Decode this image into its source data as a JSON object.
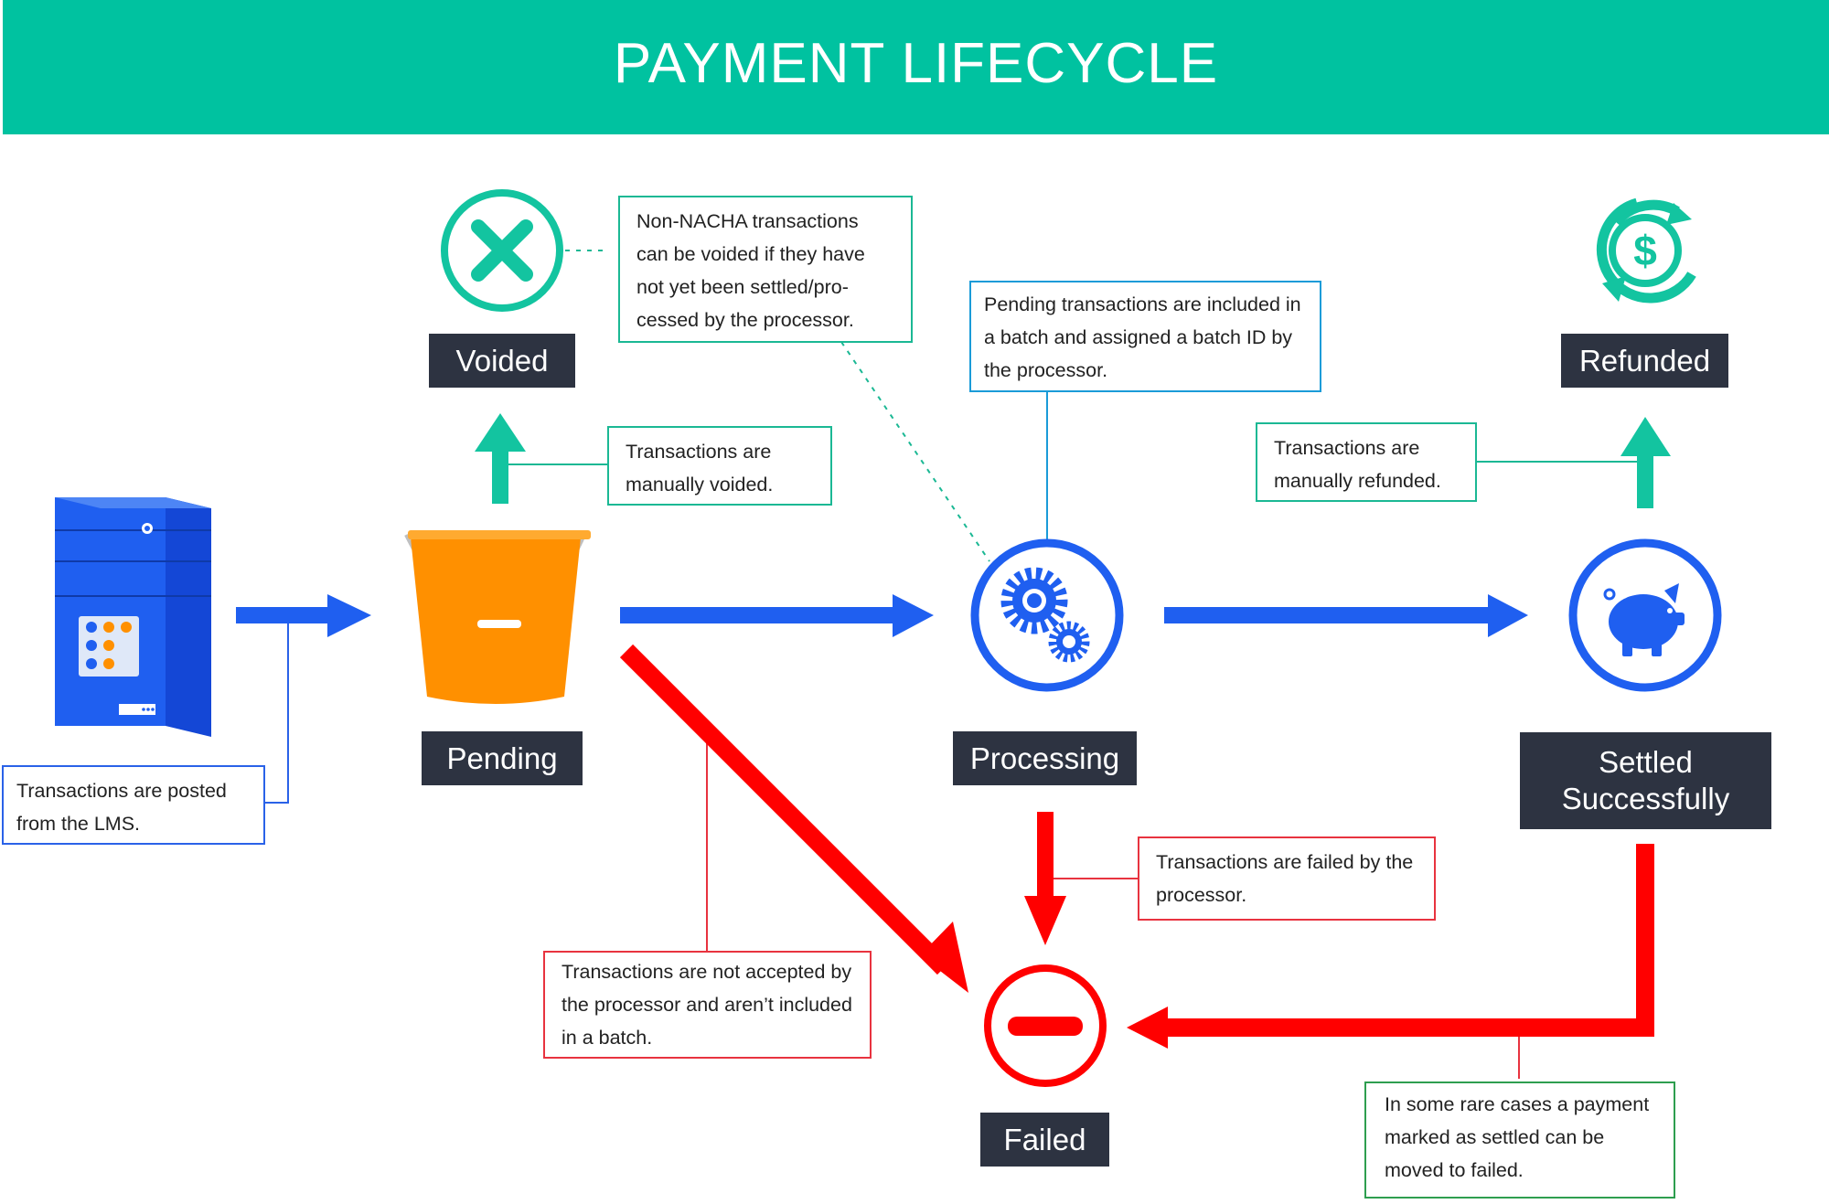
{
  "title": "PAYMENT LIFECYCLE",
  "states": {
    "voided": "Voided",
    "pending": "Pending",
    "processing": "Processing",
    "refunded": "Refunded",
    "settled": "Settled\nSuccessfully",
    "failed": "Failed"
  },
  "notes": {
    "posted": "Transactions are posted from the LMS.",
    "voided_manual": "Transactions are manually voided.",
    "non_nacha": "Non-NACHA transactions can be voided if they have not yet been settled/pro-cessed by the processor.",
    "batch": "Pending transactions are included in a batch and assigned a batch ID by the processor.",
    "refunded_manual": "Transactions are manually refunded.",
    "failed_processor": "Transactions are failed by the processor.",
    "not_accepted": "Transactions are not accepted by the processor and aren’t included in a batch.",
    "rare_cases": "In some rare cases a payment marked as settled can be moved to failed."
  },
  "icons": {
    "server": "server-icon",
    "bucket": "bucket-icon",
    "voided": "close-circle-icon",
    "processing": "gears-icon",
    "refunded": "dollar-refresh-icon",
    "settled": "piggy-bank-icon",
    "failed": "minus-circle-icon"
  },
  "colors": {
    "header": "#00c2a0",
    "label_bg": "#2d3341",
    "blue_arrow": "#1f5ff0",
    "red_arrow": "#ff0000",
    "green_arrow": "#13c4a0",
    "bucket": "#ff9000"
  }
}
